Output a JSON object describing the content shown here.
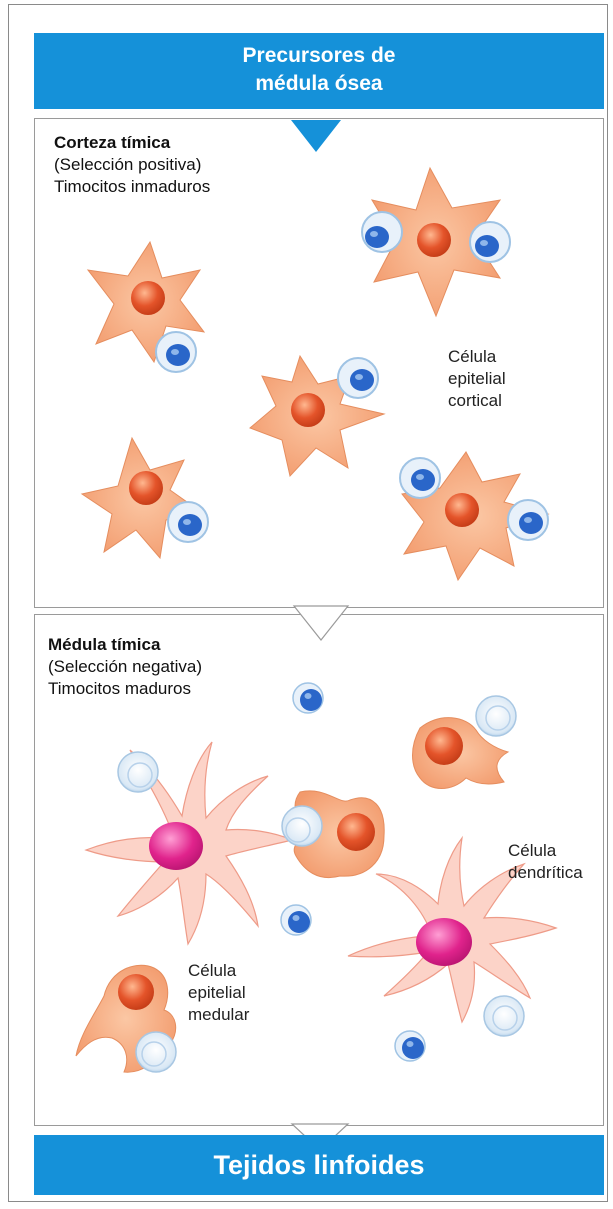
{
  "top_banner": {
    "line1": "Precursores de",
    "line2": "médula ósea"
  },
  "cortex": {
    "title": "Corteza tímica",
    "line1": "(Selección positiva)",
    "line2": "Timocitos inmaduros",
    "cell_label": [
      "Célula",
      "epitelial",
      "cortical"
    ]
  },
  "medulla": {
    "title": "Médula tímica",
    "line1": "(Selección negativa)",
    "line2": "Timocitos maduros",
    "dendritic_label": [
      "Célula",
      "dendrítica"
    ],
    "epithelial_label": [
      "Célula",
      "epitelial",
      "medular"
    ]
  },
  "bottom_banner": {
    "text": "Tejidos linfoides"
  },
  "colors": {
    "banner": "#1591d9",
    "epithelial_cell": "#f5a77a",
    "nucleus": "#e4542a",
    "dendritic_cell": "#fbd0c6",
    "dendritic_nucleus": "#e0238c",
    "immature_thymocyte": "#2a66c9",
    "mature_thymocyte": "#9fc3e4"
  }
}
